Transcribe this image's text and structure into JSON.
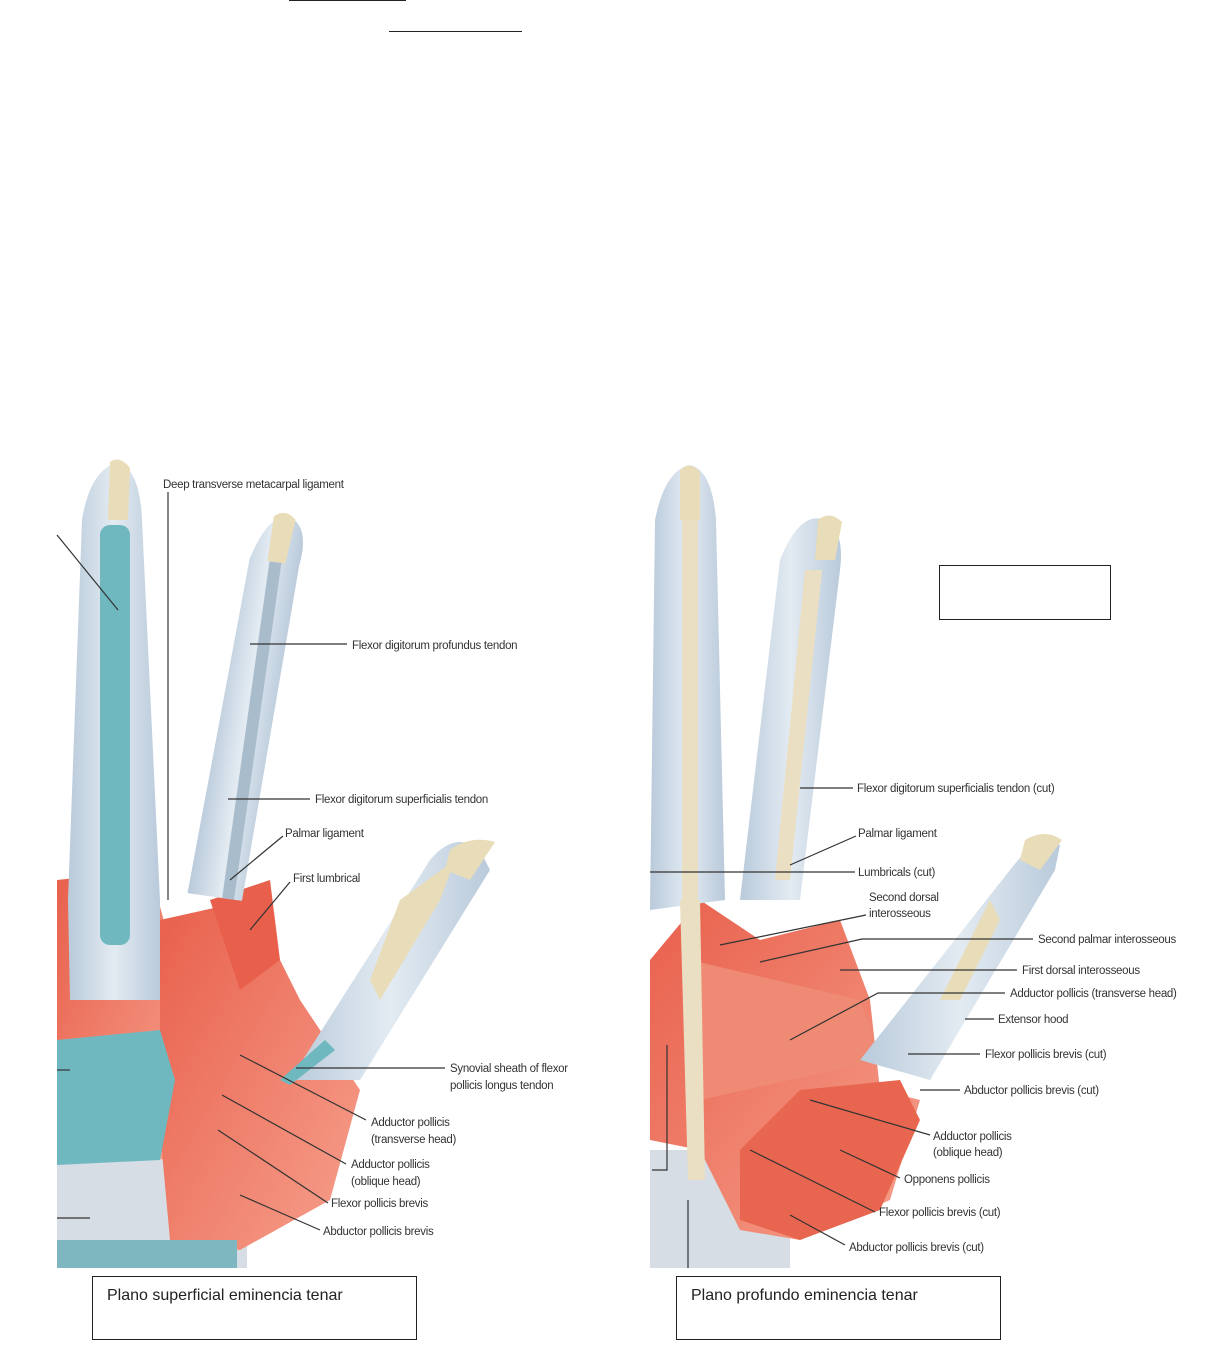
{
  "left_figure": {
    "caption": "Plano superficial eminencia tenar",
    "labels": {
      "deep_transverse": "Deep transverse metacarpal ligament",
      "fdp": "Flexor digitorum profundus tendon",
      "fds": "Flexor digitorum superficialis tendon",
      "palmar_ligament": "Palmar ligament",
      "first_lumbrical": "First lumbrical",
      "synovial_1": "Synovial sheath of flexor",
      "synovial_2": "pollicis longus tendon",
      "add_trans_1": "Adductor pollicis",
      "add_trans_2": "(transverse head)",
      "add_obl_1": "Adductor pollicis",
      "add_obl_2": "(oblique head)",
      "fpb": "Flexor pollicis brevis",
      "apb": "Abductor pollicis brevis"
    }
  },
  "right_figure": {
    "caption": "Plano profundo eminencia tenar",
    "labels": {
      "fds_cut": "Flexor digitorum superficialis tendon (cut)",
      "palmar_ligament": "Palmar ligament",
      "lumbricals_cut": "Lumbricals (cut)",
      "second_dorsal_1": "Second dorsal",
      "second_dorsal_2": "interosseous",
      "second_palmar": "Second palmar interosseous",
      "first_dorsal": "First dorsal interosseous",
      "add_trans": "Adductor pollicis (transverse head)",
      "extensor_hood": "Extensor hood",
      "fpb_cut": "Flexor pollicis brevis (cut)",
      "apb_cut_1": "Abductor pollicis brevis (cut)",
      "add_obl_1": "Adductor pollicis",
      "add_obl_2": "(oblique head)",
      "opponens": "Opponens pollicis",
      "fpb_cut_2": "Flexor pollicis brevis (cut)",
      "apb_cut_2": "Abductor pollicis brevis (cut)"
    }
  },
  "colors": {
    "muscle": "#ec7a66",
    "tendon": "#6fb8c0",
    "bone": "#e9dcb8",
    "sheath": "#c9d7e4"
  }
}
